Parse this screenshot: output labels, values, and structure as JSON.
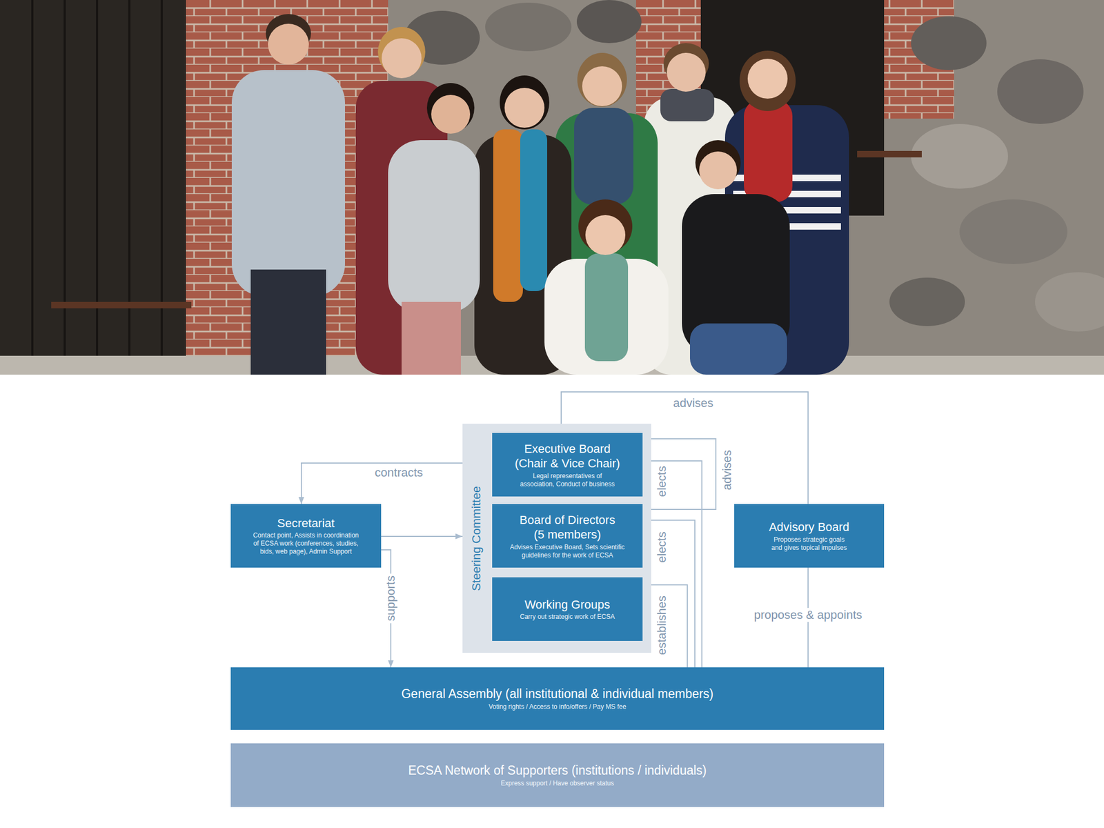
{
  "diagram": {
    "nodes": [
      {
        "text": [
          "Steering Committee"
        ]
      },
      {
        "text": [
          "Executive Board (Chair & Vice Chair)",
          "Legal representatives of association, Conduct of business"
        ],
        "in": 0
      },
      {
        "text": [
          "Board of Directors (5 members)",
          "Advises Executive Board, Sets scientific guidelines for the work of ECSA"
        ],
        "in": 0
      },
      {
        "text": [
          "Working Groups",
          "Carry out strategic work of ECSA"
        ],
        "in": 0
      },
      {
        "text": [
          "Secretariat",
          "Contact point, Assists in coordination of ECSA work (conferences, studies, bids, web page), Admin Support"
        ]
      },
      {
        "text": [
          "Advisory Board",
          "Proposes strategic goals and gives topical impulses"
        ]
      },
      {
        "text": [
          "General Assembly (all institutional & individual members)",
          "Voting rights / Access to info/offers / Pay MS fee"
        ]
      },
      {
        "text": [
          "ECSA Network of Supporters (institutions / individuals)",
          "Express support / Have observer status"
        ]
      }
    ],
    "edges": [
      {
        "from": 5,
        "to": 1,
        "label": "advises",
        "arrow": "to"
      },
      {
        "from": 1,
        "to": 4,
        "label": "contracts",
        "arrow": "to"
      },
      {
        "from": 4,
        "to": 0,
        "arrow": "to"
      },
      {
        "from": 4,
        "to": 6,
        "label": "supports",
        "arrow": "to"
      },
      {
        "from": 2,
        "to": 1,
        "label": "advises",
        "arrow": "to"
      },
      {
        "from": 6,
        "to": 1,
        "label": "elects",
        "arrow": "to"
      },
      {
        "from": 6,
        "to": 2,
        "label": "elects",
        "arrow": "to"
      },
      {
        "from": 6,
        "to": 3,
        "label": "establishes",
        "arrow": "to"
      },
      {
        "from": 6,
        "to": 5,
        "label": "proposes & appoints",
        "arrow": "none"
      }
    ]
  }
}
